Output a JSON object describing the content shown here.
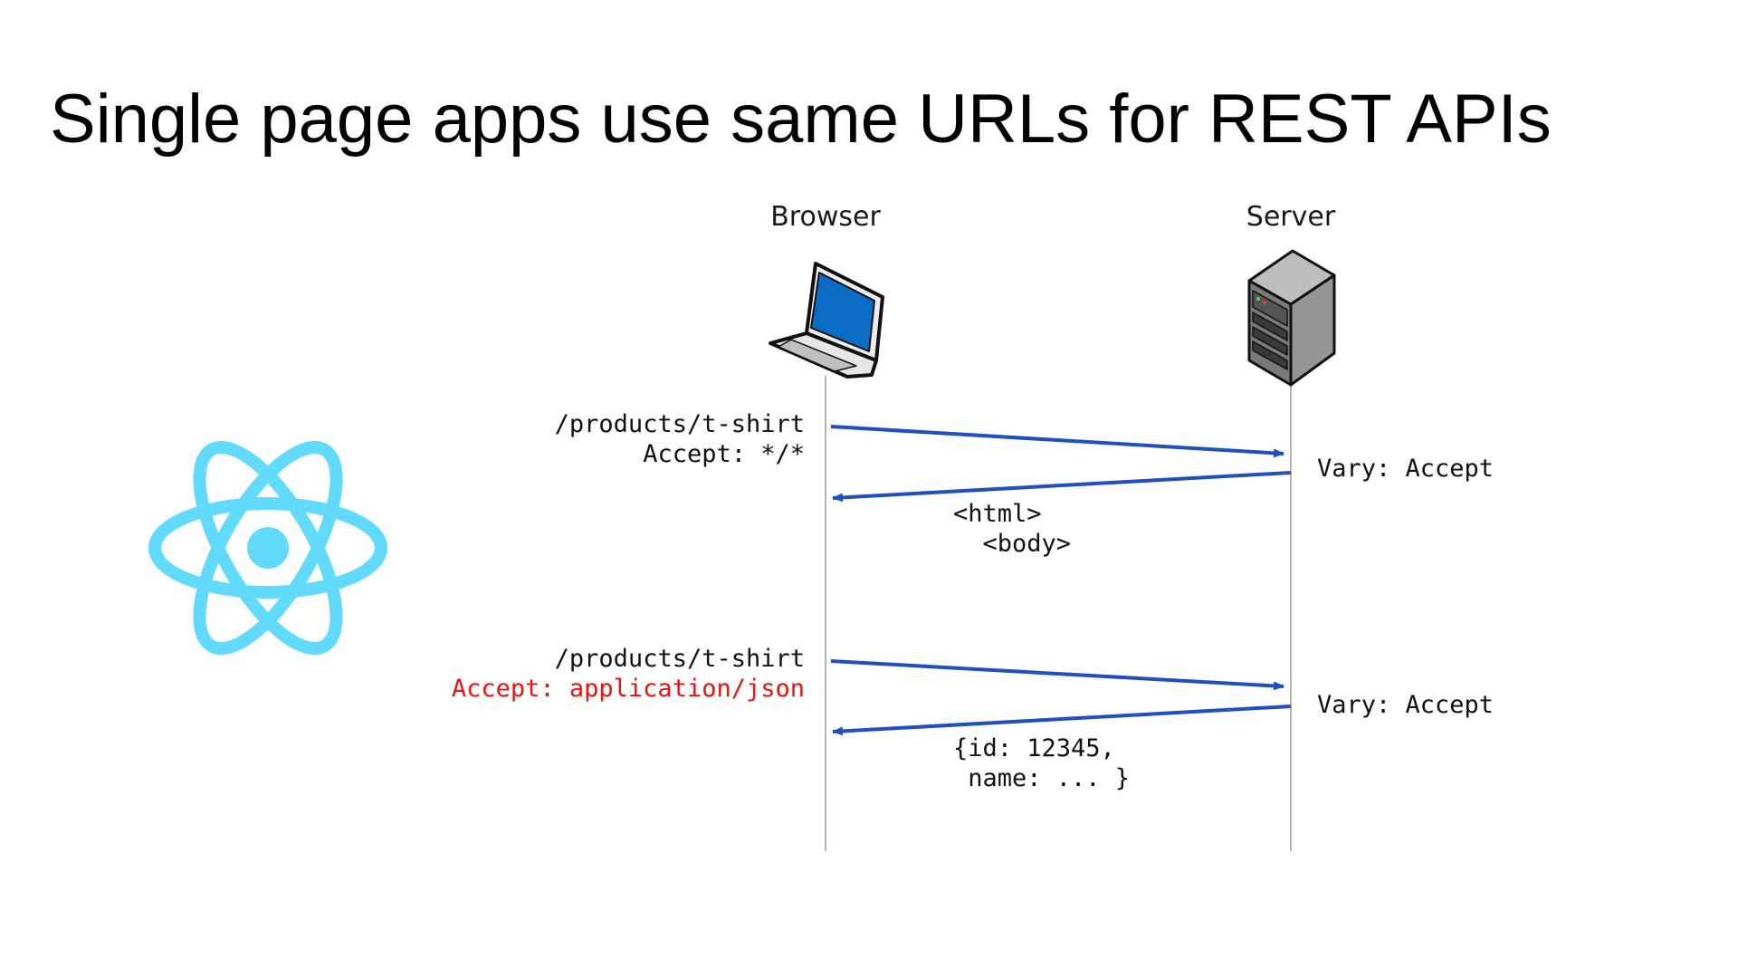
{
  "title": "Single page apps use same URLs for REST APIs",
  "actors": {
    "browser": "Browser",
    "server": "Server"
  },
  "exchanges": [
    {
      "request_path": "/products/t-shirt",
      "request_accept": "Accept: */*",
      "response_header": "Vary: Accept",
      "response_body_line1": "<html>",
      "response_body_line2": "  <body>"
    },
    {
      "request_path": "/products/t-shirt",
      "request_accept": "Accept: application/json",
      "response_header": "Vary: Accept",
      "response_body_line1": "{id: 12345,",
      "response_body_line2": " name: ... }"
    }
  ],
  "colors": {
    "arrow": "#1f4fc0",
    "highlight": "#ee1111",
    "react_logo": "#61dafb",
    "lifeline": "#b5b5b5",
    "laptop_screen": "#0a6cc4"
  },
  "icons": {
    "logo": "react-logo-icon",
    "browser": "laptop-icon",
    "server": "server-tower-icon"
  }
}
